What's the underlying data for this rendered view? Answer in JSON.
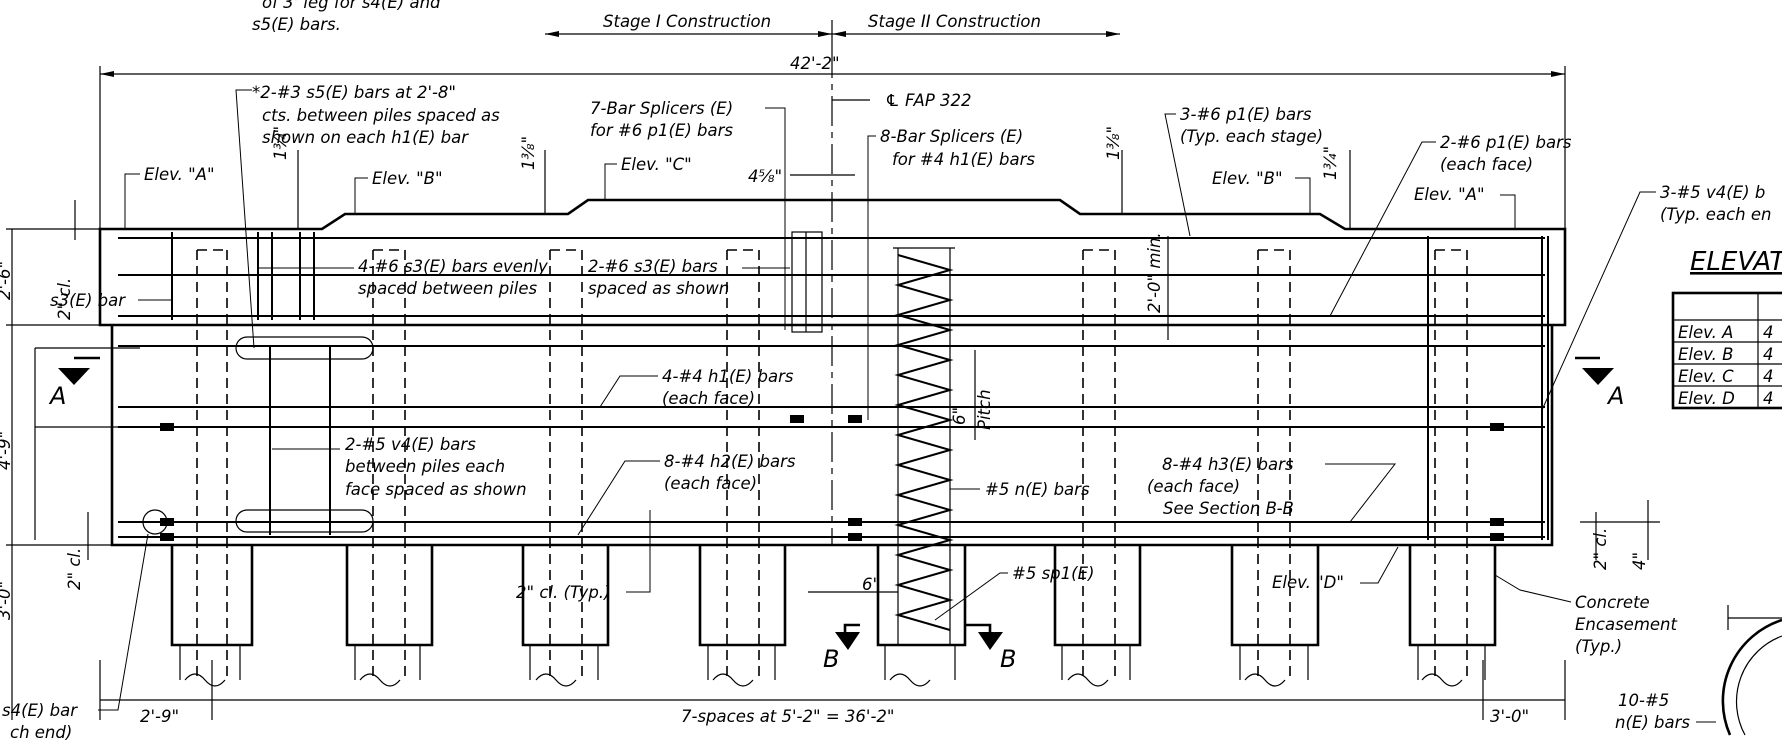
{
  "drawing": {
    "stage_1": "Stage I Construction",
    "stage_2": "Stage II Construction",
    "overall_dim": "42'-2\"",
    "centerline": "℄ FAP 322",
    "top_note_1": "of 3' leg for s4(E) and",
    "top_note_2": "s5(E) bars.",
    "note_s5_1": "*2-#3 s5(E) bars at 2'-8\"",
    "note_s5_2": "cts. between piles spaced as",
    "note_s5_3": "shown on each h1(E) bar",
    "splicer_p1_1": "7-Bar Splicers (E)",
    "splicer_p1_2": "for #6 p1(E) bars",
    "splicer_h1_1": "8-Bar Splicers (E)",
    "splicer_h1_2": "for #4 h1(E) bars",
    "p1_typ_1": "3-#6 p1(E) bars",
    "p1_typ_2": "(Typ. each stage)",
    "p1_face_1": "2-#6 p1(E) bars",
    "p1_face_2": "(each face)",
    "v4_end_1": "3-#5 v4(E) b",
    "v4_end_2": "(Typ. each en",
    "elev_a": "Elev. \"A\"",
    "elev_b": "Elev. \"B\"",
    "elev_c": "Elev. \"C\"",
    "elev_d": "Elev. \"D\"",
    "dim_2cl": "2\" cl.",
    "dim_1_3_4": "1¾\"",
    "dim_1_3_8": "1⅜\"",
    "dim_4_5_8": "4⅝\"",
    "dim_2_6": "2'-6\"",
    "dim_4_9": "4'-9\"",
    "dim_3_0_left": "3'-0\"",
    "dim_2_0_min": "2'-0\" min.",
    "s3_bar": "s3(E) bar",
    "s3_even_1": "4-#6 s3(E) bars evenly",
    "s3_even_2": "spaced between piles",
    "s3_shown_1": "2-#6 s3(E) bars",
    "s3_shown_2": "spaced as shown",
    "h1_1": "4-#4 h1(E) bars",
    "h1_2": "(each face)",
    "h2_1": "8-#4 h2(E) bars",
    "h2_2": "(each face)",
    "h3_1": "8-#4 h3(E) bars",
    "h3_2": "(each face)",
    "h3_3": "See Section B-B",
    "v4_between_1": "2-#5 v4(E) bars",
    "v4_between_2": "between piles each",
    "v4_between_3": "face spaced as shown",
    "n_bars": "#5 n(E) bars",
    "sp1": "#5 sp1(E)",
    "pitch": "Pitch",
    "pitch_6": "6\"",
    "cl_typ": "2\" cl. (Typ.)",
    "dim_6": "6\"",
    "dim_4": "4\"",
    "encasement_1": "Concrete",
    "encasement_2": "Encasement",
    "encasement_3": "(Typ.)",
    "s4_end_1": "s4(E) bar",
    "s4_end_2": "ch end)",
    "dim_2_9": "2'-9\"",
    "spaces": "7-spaces at 5'-2\" = 36'-2\"",
    "dim_3_0_right": "3'-0\"",
    "n_section_1": "10-#5",
    "n_section_2": "n(E) bars",
    "section_a": "A",
    "section_b": "B",
    "elevation_title": "ELEVAT",
    "table_rows": [
      "Elev. A",
      "Elev. B",
      "Elev. C",
      "Elev. D"
    ],
    "table_values": [
      "4",
      "4",
      "4",
      "4"
    ]
  }
}
